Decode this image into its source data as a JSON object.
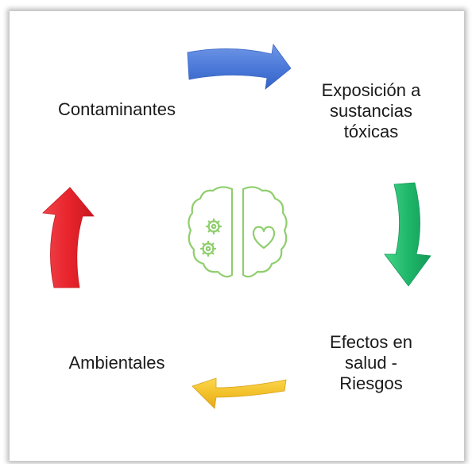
{
  "cycle": {
    "steps": [
      {
        "lines": [
          "Contaminantes"
        ],
        "arrow_color": "#4a78d8"
      },
      {
        "lines": [
          "Exposición a",
          "sustancias",
          "tóxicas"
        ],
        "arrow_color": "#1fb86a"
      },
      {
        "lines": [
          "Efectos en",
          "salud -",
          "Riesgos"
        ],
        "arrow_color": "#f2c12a"
      },
      {
        "lines": [
          "Ambientales"
        ],
        "arrow_color": "#e8242c"
      }
    ],
    "center_icon": "brain-gears-heart-icon",
    "icon_color": "#8fce6e"
  }
}
